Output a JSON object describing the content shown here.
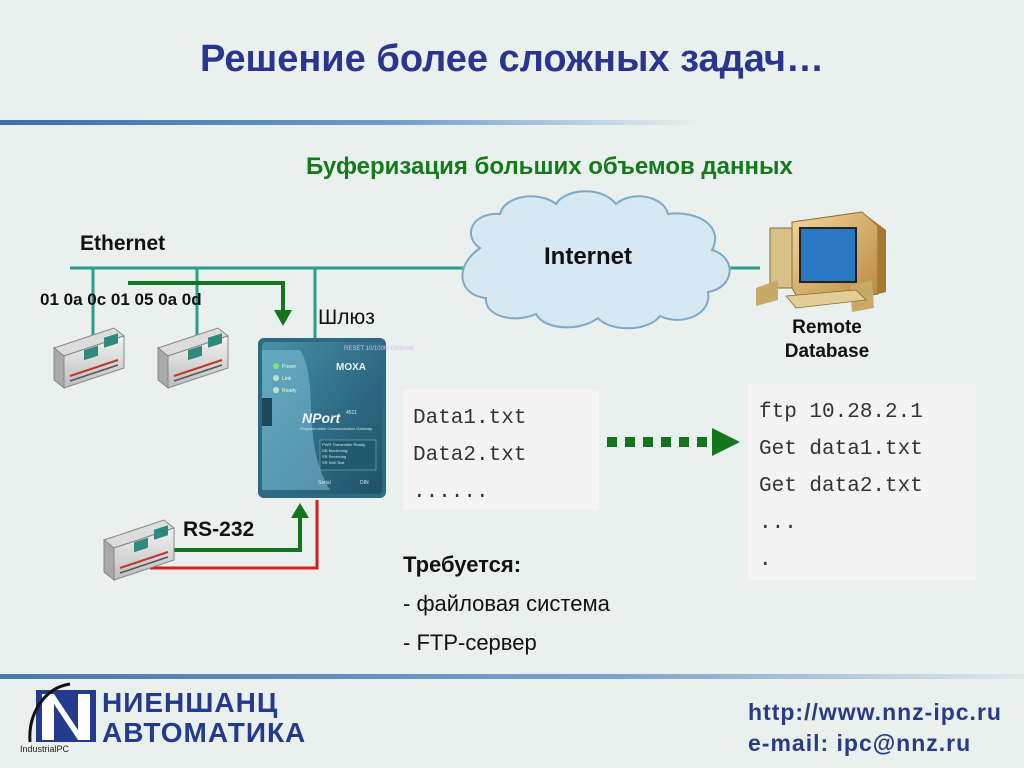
{
  "title": "Решение более сложных задач…",
  "subtitle": "Буферизация больших объемов данных",
  "network": {
    "ethernet_label": "Ethernet",
    "mac_label": "01 0a 0c 01 05 0a 0d",
    "gateway_label": "Шлюз",
    "rs232_label": "RS-232",
    "internet_label": "Internet",
    "remote_db_label_line1": "Remote",
    "remote_db_label_line2": "Database"
  },
  "device": {
    "brand": "MOXA",
    "model": "NPort",
    "model_number": "4511",
    "model_subtitle": "Programmable Communication Gateway",
    "led_labels": [
      "Power",
      "Link",
      "Ready"
    ],
    "top_labels": [
      "RESET",
      "10/100M Ethernet"
    ],
    "bottom_labels": [
      "Serial",
      "DIN"
    ],
    "table_rows": [
      "PWR  Transmitter Ready",
      "DB   Monitoring",
      "SR   Receiving",
      "SR   Self-Test"
    ]
  },
  "files_box": {
    "lines": [
      "Data1.txt",
      "Data2.txt",
      "......"
    ]
  },
  "ftp_box": {
    "lines": [
      "ftp 10.28.2.1",
      "Get data1.txt",
      "Get data2.txt",
      "...",
      "."
    ]
  },
  "requirements": {
    "title": "Требуется:",
    "items": [
      "- файловая система",
      "- FTP-сервер"
    ]
  },
  "footer": {
    "url": "http://www.nnz-ipc.ru",
    "email": "e-mail: ipc@nnz.ru",
    "logo_line1": "НИЕНШАНЦ",
    "logo_line2": "АВТОМАТИКА",
    "logo_sub": "IndustrialPC"
  },
  "colors": {
    "title": "#2a3590",
    "subtitle": "#157a1e",
    "ethernet_line": "#2a9c8e",
    "arrow_green": "#15751c",
    "serial_red": "#d21e1e"
  }
}
